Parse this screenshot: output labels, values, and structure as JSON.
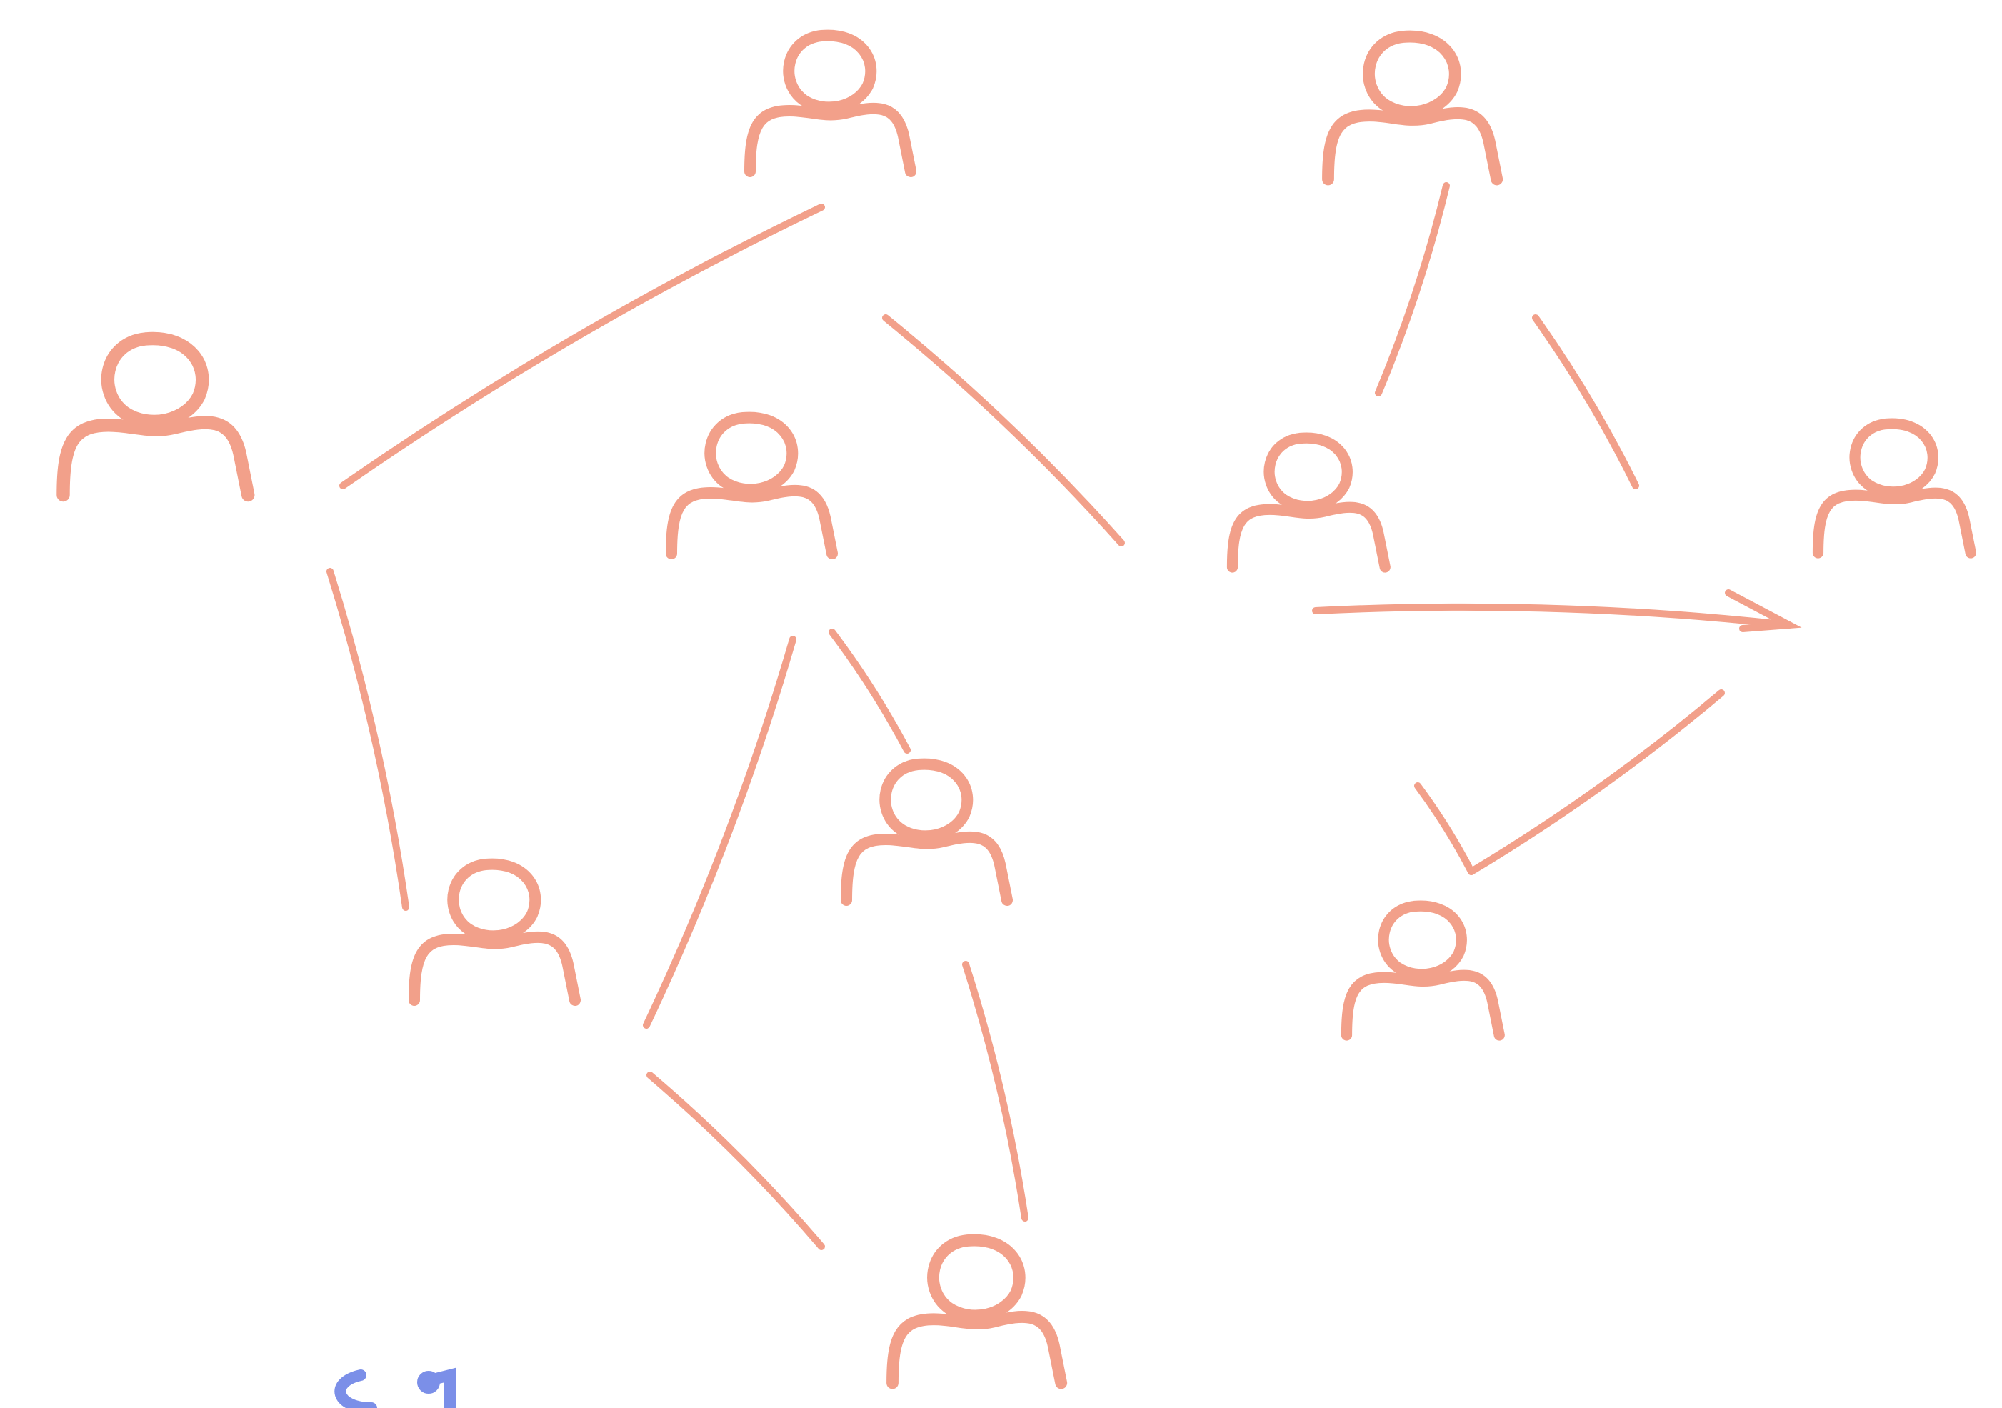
{
  "diagram": {
    "style": "hand-drawn network of people icons",
    "colors": {
      "figure": "#F2A08A",
      "accent_mark": "#7B8FE8",
      "background": "#FFFFFF"
    },
    "icon_name": "person-icon",
    "nodes": [
      {
        "id": "p1"
      },
      {
        "id": "p2"
      },
      {
        "id": "p3"
      },
      {
        "id": "p4"
      },
      {
        "id": "p5"
      },
      {
        "id": "p6"
      },
      {
        "id": "p7"
      },
      {
        "id": "p8"
      },
      {
        "id": "p9"
      },
      {
        "id": "p10"
      }
    ],
    "edges": [
      {
        "from": "p2",
        "to": "p1"
      },
      {
        "from": "p2",
        "to": "p7"
      },
      {
        "from": "p1",
        "to": "p4"
      },
      {
        "from": "p3",
        "to": "p6"
      },
      {
        "from": "p3",
        "to": "p5"
      },
      {
        "from": "p6",
        "to": "p10"
      },
      {
        "from": "p4",
        "to": "p10"
      },
      {
        "from": "p5",
        "to": "p10"
      },
      {
        "from": "p8",
        "to": "p7"
      },
      {
        "from": "p8",
        "to": "p9"
      },
      {
        "from": "p7",
        "to": "p9"
      },
      {
        "from": "p9",
        "to": "p11"
      }
    ]
  }
}
